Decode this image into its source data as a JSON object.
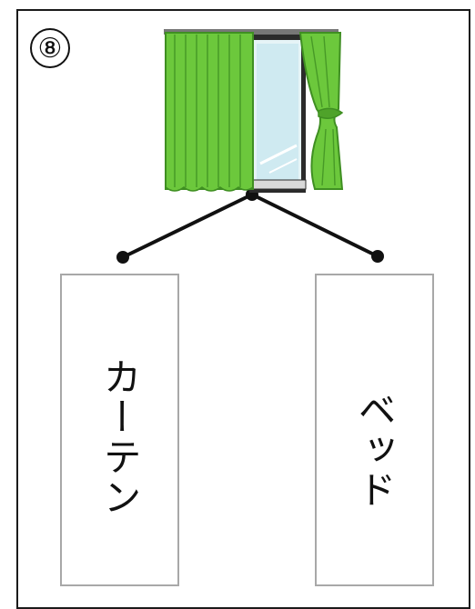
{
  "problem": {
    "number": "⑧",
    "image_icon": "curtained-window-icon"
  },
  "choices": [
    {
      "label": "カーテン"
    },
    {
      "label": "ベッド"
    }
  ],
  "colors": {
    "curtain": "#6cc83c",
    "curtain_dark": "#3f8f22",
    "line": "#111111",
    "box_border": "#a8a8a8"
  }
}
